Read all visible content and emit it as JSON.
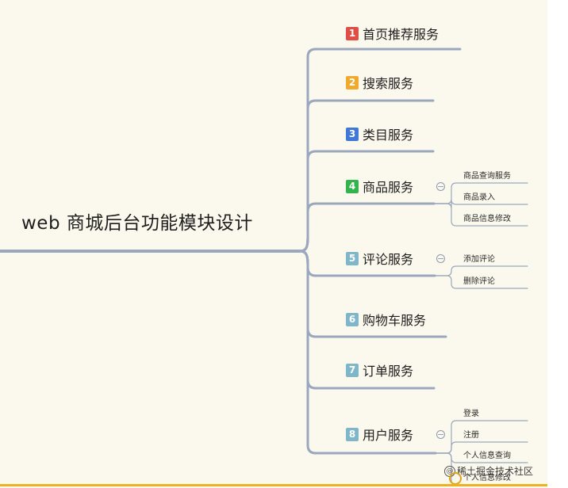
{
  "title": "web 商城后台功能模块设计",
  "colors": {
    "line": "#9aa7bd",
    "background": "#fbf9ed",
    "badge_red": "#e14c43",
    "badge_orange": "#f0a92c",
    "badge_blue": "#3f78d8",
    "badge_green": "#32b44b",
    "badge_teal": "#7fb6c9",
    "accent_yellow": "#eab31f"
  },
  "branches": [
    {
      "num": "1",
      "label": "首页推荐服务",
      "color": "#e14c43",
      "children": []
    },
    {
      "num": "2",
      "label": "搜索服务",
      "color": "#f0a92c",
      "children": []
    },
    {
      "num": "3",
      "label": "类目服务",
      "color": "#3f78d8",
      "children": []
    },
    {
      "num": "4",
      "label": "商品服务",
      "color": "#32b44b",
      "children": [
        "商品查询服务",
        "商品录入",
        "商品信息修改"
      ]
    },
    {
      "num": "5",
      "label": "评论服务",
      "color": "#7fb6c9",
      "children": [
        "添加评论",
        "删除评论"
      ]
    },
    {
      "num": "6",
      "label": "购物车服务",
      "color": "#7fb6c9",
      "children": []
    },
    {
      "num": "7",
      "label": "订单服务",
      "color": "#7fb6c9",
      "children": []
    },
    {
      "num": "8",
      "label": "用户服务",
      "color": "#7fb6c9",
      "children": [
        "登录",
        "注册",
        "个人信息查询",
        "个人信息修改"
      ]
    }
  ],
  "collapse_symbol": "−",
  "watermark": {
    "icon": "at-icon",
    "at": "@",
    "text": "稀土掘金技术社区"
  }
}
